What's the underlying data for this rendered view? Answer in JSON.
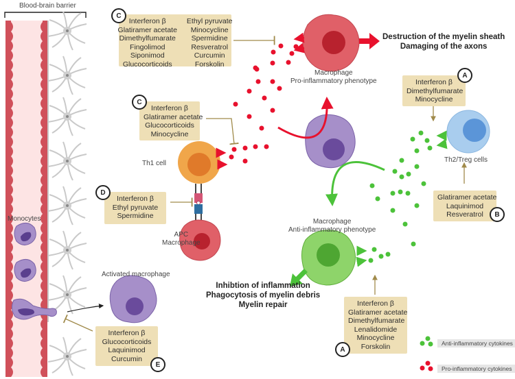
{
  "title_bbb": "Blood-brain barrier",
  "labels": {
    "monocytes": "Monocytes",
    "activated_macrophage": "Activated macrophage",
    "th1": "Th1 cell",
    "apc": [
      "APC",
      "Macrophage"
    ],
    "m1": [
      "Macrophage",
      "Pro-inflammatory phenotype"
    ],
    "m2": [
      "Macrophage",
      "Anti-inflammatory phenotype"
    ],
    "th2": "Th2/Treg cells"
  },
  "outcomes": {
    "pro": [
      "Destruction of the myelin sheath",
      "Damaging of the axons"
    ],
    "anti": [
      "Inhibtion of inflammation",
      "Phagocytosis of myelin debris",
      "Myelin repair"
    ]
  },
  "boxes": {
    "c_top": {
      "badge": "C",
      "col1": [
        "Interferon β",
        "Glatiramer acetate",
        "Dimethylfumarate",
        "Fingolimod",
        "Siponimod",
        "Glucocorticoids"
      ],
      "col2": [
        "Ethyl pyruvate",
        "Minocycline",
        "Spermidine",
        "Resveratrol",
        "Curcumin",
        "Forskolin"
      ]
    },
    "c_mid": {
      "badge": "C",
      "items": [
        "Interferon β",
        "Glatiramer acetate",
        "Glucocorticoids",
        "Minocycline"
      ]
    },
    "d": {
      "badge": "D",
      "items": [
        "Interferon β",
        "Ethyl pyruvate",
        "Spermidine"
      ]
    },
    "e": {
      "badge": "E",
      "items": [
        "Interferon β",
        "Glucocorticoids",
        "Laquinimod",
        "Curcumin"
      ]
    },
    "a_top": {
      "badge": "A",
      "items": [
        "Interferon β",
        "Dimethylfumarate",
        "Minocycline"
      ]
    },
    "b": {
      "badge": "B",
      "items": [
        "Glatiramer acetate",
        "Laquinimod",
        "Resveratrol"
      ]
    },
    "a_bottom": {
      "badge": "A",
      "items": [
        "Interferon β",
        "Glatiramer acetate",
        "Dimethylfumarate",
        "Lenalidomide",
        "Minocycline",
        "Forskolin"
      ]
    }
  },
  "legend": {
    "anti": "Anti-inflammatory cytokines",
    "pro": "Pro-inflammatory cytokines"
  },
  "colors": {
    "pro": "#e8112d",
    "anti": "#4cc23a",
    "box": "#eedfb6",
    "inhibit_line": "#a08a4a",
    "vessel": "#d0505a",
    "vessel_lumen": "#fde4e4"
  }
}
